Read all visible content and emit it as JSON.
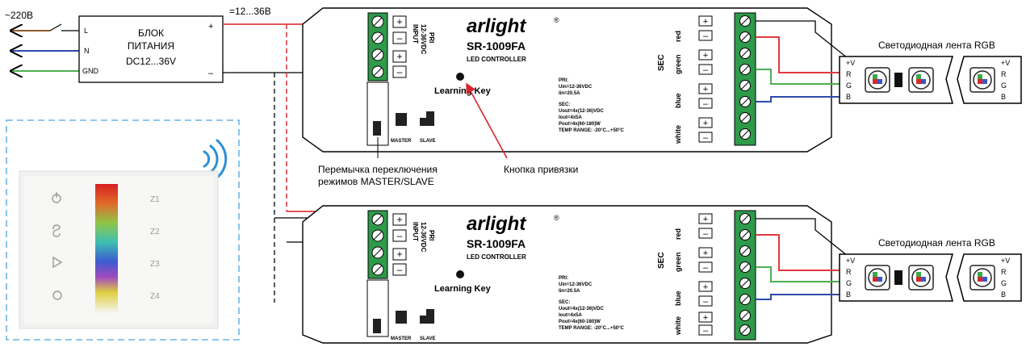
{
  "mains": {
    "voltage_label": "~220В",
    "pins": [
      "L",
      "N",
      "GND"
    ]
  },
  "psu": {
    "title_line1": "БЛОК",
    "title_line2": "ПИТАНИЯ",
    "title_line3": "DC12...36V",
    "plus": "+",
    "minus": "–"
  },
  "dc_label": "=12...36В",
  "controller": {
    "brand": "arlight",
    "registered": "®",
    "model": "SR-1009FA",
    "subtitle": "LED CONTROLLER",
    "input_label": "INPUT",
    "input_range": "12-36VDC",
    "pri_vertical": "PRI",
    "learning_key": "Learning Key",
    "master": "MASTER",
    "slave": "SLAVE",
    "pri_title": "PRI:",
    "pri_line1": "Uin=12-36VDC",
    "pri_line2": "Iin=20.5A",
    "sec_title": "SEC:",
    "sec_line1": "Uout=4x(12-36)VDC",
    "sec_line2": "Iout=4x5A",
    "sec_line3": "Pout=4x(60-180)W",
    "sec_line4": "TEMP RANGE: -20°C...+50°C",
    "sec_vertical": "SEC",
    "channels": [
      "red",
      "green",
      "blue",
      "white"
    ],
    "plus": "+",
    "minus": "–"
  },
  "strip": {
    "title": "Светодиодная лента RGB",
    "pins": [
      "+V",
      "R",
      "G",
      "B"
    ]
  },
  "annotations": {
    "jumper_line1": "Перемычка переключения",
    "jumper_line2": "режимов MASTER/SLAVE",
    "button": "Кнопка привязки"
  },
  "remote": {
    "zones": [
      "Z1",
      "Z2",
      "Z3",
      "Z4"
    ],
    "left_icons": [
      "power-icon",
      "s-icon",
      "play-icon",
      "circle-icon"
    ]
  },
  "colors": {
    "red_wire": "#e03a3e",
    "green_wire": "#4caf50",
    "blue_wire": "#2f49a8",
    "brown_wire": "#8a5a2b",
    "terminal_green": "#2e9a4a",
    "dashed_frame": "#6ab4e8",
    "wifi": "#2a8fd8",
    "annotation_arrow": "#d9232d"
  }
}
